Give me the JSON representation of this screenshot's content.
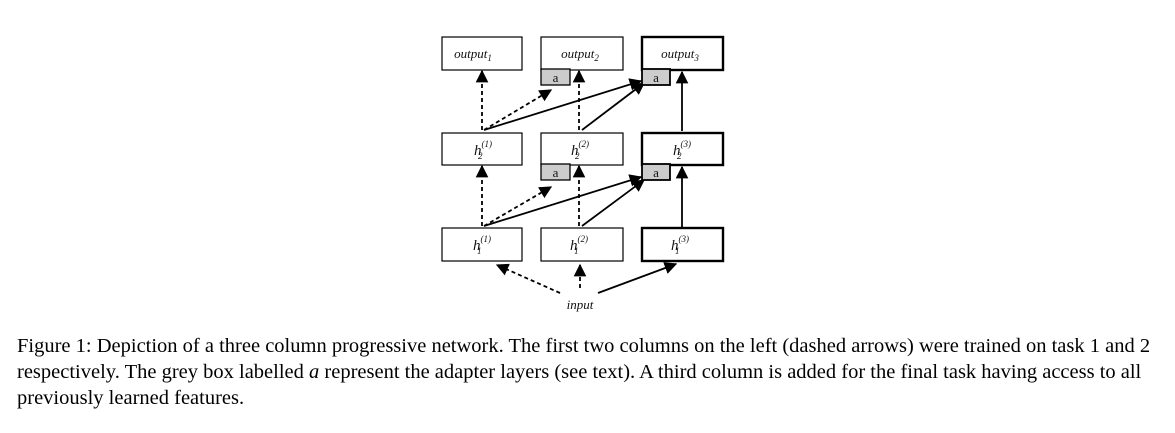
{
  "diagram": {
    "outputs": [
      {
        "base": "output",
        "sub": "1"
      },
      {
        "base": "output",
        "sub": "2"
      },
      {
        "base": "output",
        "sub": "3"
      }
    ],
    "layer2": [
      {
        "base": "h",
        "sub": "2",
        "sup": "(1)"
      },
      {
        "base": "h",
        "sub": "2",
        "sup": "(2)"
      },
      {
        "base": "h",
        "sub": "2",
        "sup": "(3)"
      }
    ],
    "layer1": [
      {
        "base": "h",
        "sub": "1",
        "sup": "(1)"
      },
      {
        "base": "h",
        "sub": "1",
        "sup": "(2)"
      },
      {
        "base": "h",
        "sub": "1",
        "sup": "(3)"
      }
    ],
    "adapter_label": "a",
    "input_label": "input"
  },
  "caption": {
    "part1": "Figure 1: Depiction of a three column progressive network. The first two columns on the left (dashed arrows) were trained on task 1 and 2 respectively. The grey box labelled ",
    "italic_a": "a",
    "part2": " represent the adapter layers (see text). A third column is added for the final task having access to all previously learned features."
  },
  "colors": {
    "adapter_fill": "#cccccc",
    "stroke": "#000000"
  }
}
